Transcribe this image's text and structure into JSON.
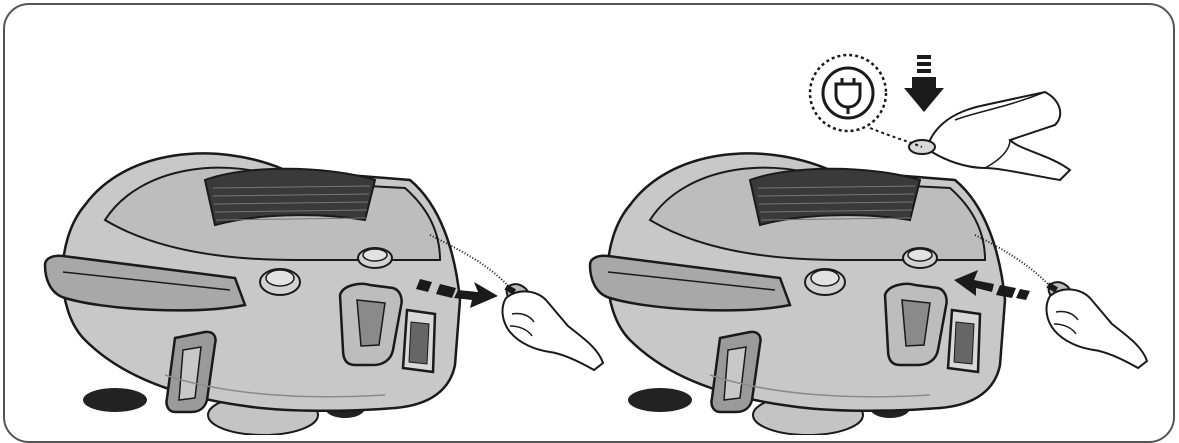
{
  "diagram": {
    "panels": [
      {
        "id": "left",
        "action": "pull-cord-out",
        "arrow_direction": "right"
      },
      {
        "id": "right",
        "action": "press-button-rewind",
        "arrow_direction": "left",
        "callout_icon": "power-plug-icon",
        "press_arrow": "down"
      }
    ]
  },
  "colors": {
    "body": "#c8c8c8",
    "body_dark": "#9a9a9a",
    "outline": "#1a1a1a",
    "grille": "#333333",
    "frame": "#555555"
  }
}
